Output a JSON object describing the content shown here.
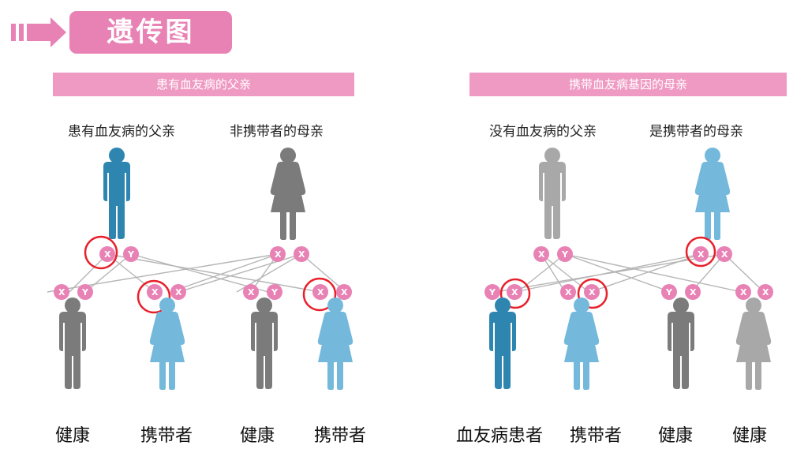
{
  "header": {
    "title": "遗传图"
  },
  "left_panel": {
    "banner": "患有血友病的父亲",
    "father_label": "患有血友病的父亲",
    "mother_label": "非携带者的母亲",
    "offspring": [
      "健康",
      "携带者",
      "健康",
      "携带者"
    ]
  },
  "right_panel": {
    "banner": "携带血友病基因的母亲",
    "father_label": "没有血友病的父亲",
    "mother_label": "是携带者的母亲",
    "offspring": [
      "血友病患者",
      "携带者",
      "健康",
      "健康"
    ]
  },
  "chromosomes": {
    "x": "X",
    "y": "Y"
  },
  "colors": {
    "accent_pink": "#e882b4",
    "affected_blue": "#2e86b0",
    "carrier_light_blue": "#74b9dc",
    "healthy_gray": "#7b7b7b",
    "light_gray": "#a8a8a8",
    "highlight_red": "#e8202a"
  }
}
